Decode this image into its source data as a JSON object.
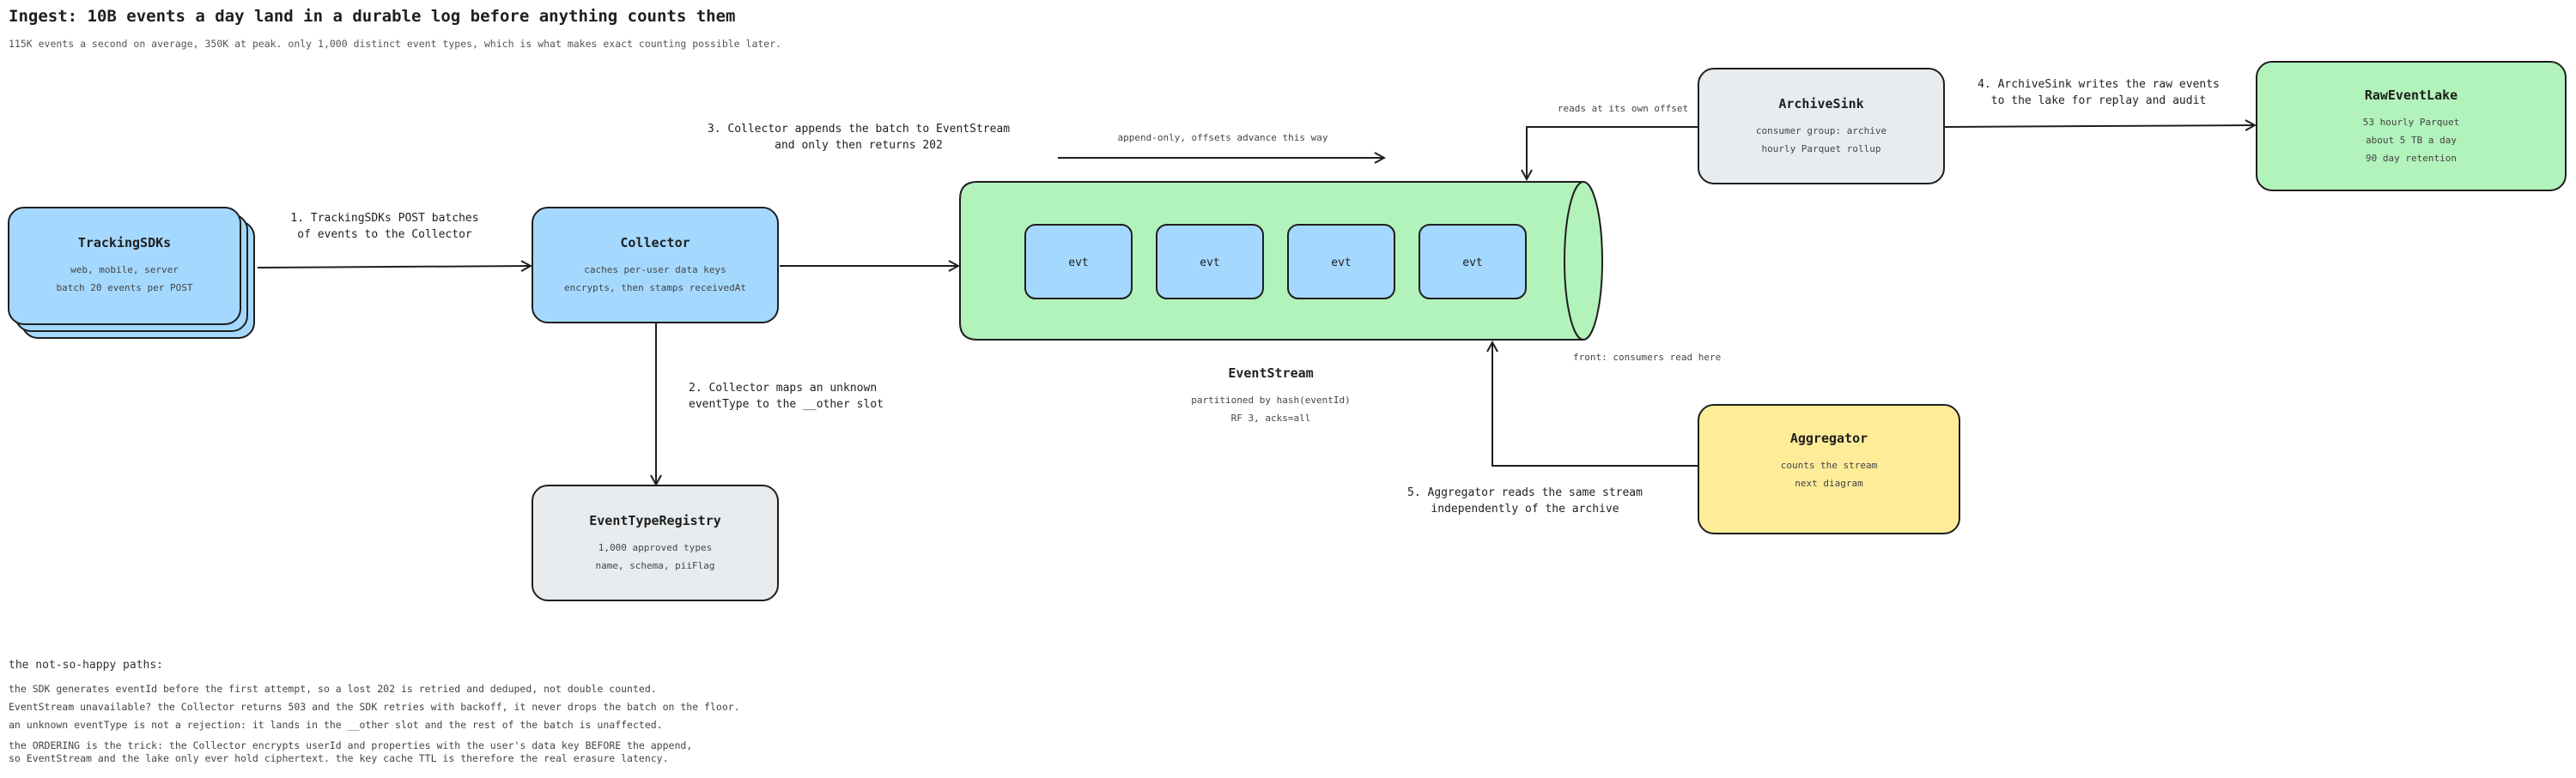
{
  "title": "Ingest: 10B events a day land in a durable log before anything counts them",
  "subtitle": "115K events a second on average, 350K at peak. only 1,000 distinct event types, which is what makes exact counting possible later.",
  "nodes": {
    "tracking_sdks": {
      "title": "TrackingSDKs",
      "lines": [
        "web, mobile, server",
        "batch 20 events per POST"
      ],
      "color": "#a5d8ff"
    },
    "collector": {
      "title": "Collector",
      "lines": [
        "caches per-user data keys",
        "encrypts, then stamps receivedAt"
      ],
      "color": "#a5d8ff"
    },
    "event_type_registry": {
      "title": "EventTypeRegistry",
      "lines": [
        "1,000 approved types",
        "name, schema, piiFlag"
      ],
      "color": "#e9ecef"
    },
    "event_stream": {
      "title": "EventStream",
      "lines": [
        "partitioned by hash(eventId)",
        "RF 3, acks=all"
      ],
      "color": "#b2f2bb",
      "cells": [
        "evt",
        "evt",
        "evt",
        "evt"
      ],
      "cell_color": "#a5d8ff"
    },
    "archive_sink": {
      "title": "ArchiveSink",
      "lines": [
        "consumer group: archive",
        "hourly Parquet rollup"
      ],
      "color": "#e9ecef"
    },
    "raw_event_lake": {
      "title": "RawEventLake",
      "lines": [
        "53 hourly Parquet",
        "about 5 TB a day",
        "90 day retention"
      ],
      "color": "#b2f2bb"
    },
    "aggregator": {
      "title": "Aggregator",
      "lines": [
        "counts the stream",
        "next diagram"
      ],
      "color": "#ffec99"
    }
  },
  "labels": {
    "step1": [
      "1. TrackingSDKs POST batches",
      "of events to the Collector"
    ],
    "step2": [
      "2. Collector maps an unknown",
      "eventType to the __other slot"
    ],
    "step3": [
      "3. Collector appends the batch to EventStream",
      "and only then returns 202"
    ],
    "step4": [
      "4. ArchiveSink writes the raw events",
      "to the lake for replay and audit"
    ],
    "step5": [
      "5. Aggregator reads the same stream",
      "independently of the archive"
    ],
    "append_only": "append-only, offsets advance this way",
    "own_offset": "reads at its own offset",
    "front": "front: consumers read here"
  },
  "notes": {
    "title": "the not-so-happy paths:",
    "items": [
      "the SDK generates eventId before the first attempt, so a lost 202 is retried and deduped, not double counted.",
      "EventStream unavailable? the Collector returns 503 and the SDK retries with backoff, it never drops the batch on the floor.",
      "an unknown eventType is not a rejection: it lands in the __other slot and the rest of the batch is unaffected."
    ],
    "ordering": [
      "the ORDERING is the trick: the Collector encrypts userId and properties with the user's data key BEFORE the append,",
      "so EventStream and the lake only ever hold ciphertext. the key cache TTL is therefore the real erasure latency."
    ]
  }
}
